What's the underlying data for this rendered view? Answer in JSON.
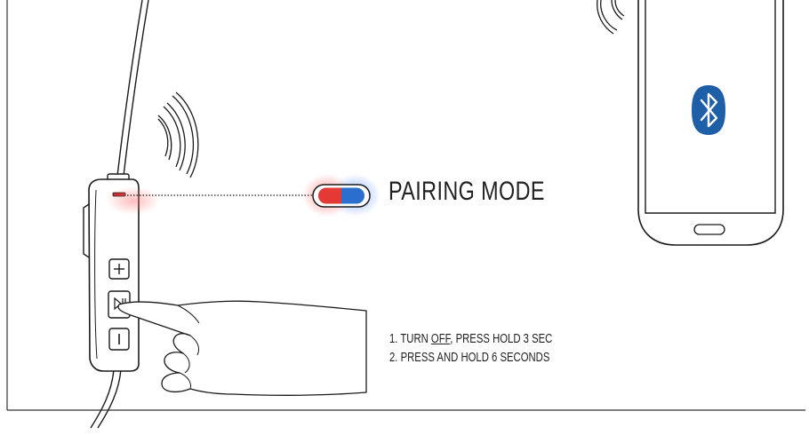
{
  "title": "PAIRING MODE",
  "led": {
    "left_color": "#e53935",
    "right_color": "#2b6fce"
  },
  "steps": [
    {
      "prefix": "1. TURN ",
      "emphasis": "OFF",
      "suffix": ", PRESS HOLD 3 SEC"
    },
    {
      "text": "2. PRESS AND HOLD 6 SECONDS"
    }
  ],
  "icons": {
    "phone_screen": "bluetooth-icon",
    "remote_buttons": [
      "plus-icon",
      "play-pause-icon",
      "minus-icon"
    ],
    "signal": "wireless-signal-icon"
  },
  "colors": {
    "bluetooth": "#1f5fa8",
    "line": "#1a1a1a",
    "frame": "#333333"
  }
}
